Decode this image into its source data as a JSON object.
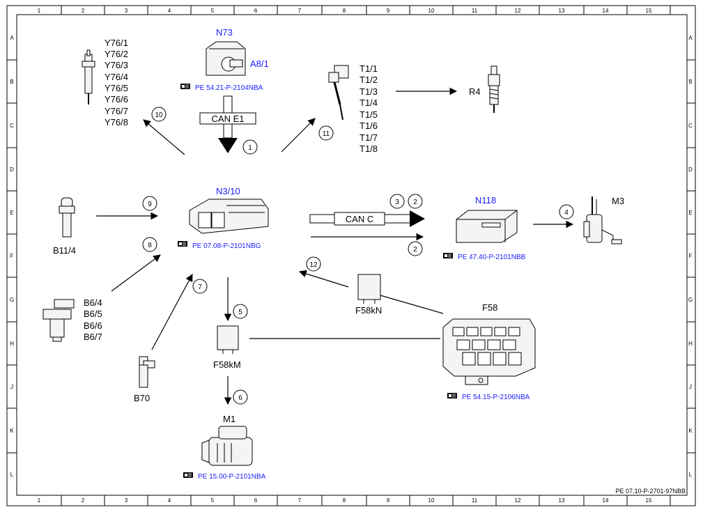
{
  "grid": {
    "columns": [
      "1",
      "2",
      "3",
      "4",
      "5",
      "6",
      "7",
      "8",
      "9",
      "10",
      "11",
      "12",
      "13",
      "14",
      "15"
    ],
    "rows": [
      "A",
      "B",
      "C",
      "D",
      "E",
      "F",
      "G",
      "H",
      "J",
      "K",
      "L"
    ]
  },
  "components": {
    "y76": {
      "lines": [
        "Y76/1",
        "Y76/2",
        "Y76/3",
        "Y76/4",
        "Y76/5",
        "Y76/6",
        "Y76/7",
        "Y76/8"
      ]
    },
    "n73": {
      "label": "N73",
      "sub": "A8/1",
      "ref": "PE 54.21-P-2104NBA"
    },
    "t1": {
      "lines": [
        "T1/1",
        "T1/2",
        "T1/3",
        "T1/4",
        "T1/5",
        "T1/6",
        "T1/7",
        "T1/8"
      ]
    },
    "r4": {
      "label": "R4"
    },
    "can_e1": {
      "label": "CAN E1"
    },
    "n3_10": {
      "label": "N3/10",
      "ref": "PE 07.08-P-2101NBG"
    },
    "b11_4": {
      "label": "B11/4"
    },
    "can_c": {
      "label": "CAN C"
    },
    "n118": {
      "label": "N118",
      "ref": "PE 47.40-P-2101NBB"
    },
    "m3": {
      "label": "M3"
    },
    "b6": {
      "lines": [
        "B6/4",
        "B6/5",
        "B6/6",
        "B6/7"
      ]
    },
    "b70": {
      "label": "B70"
    },
    "f58kn": {
      "label": "F58kN"
    },
    "f58": {
      "label": "F58",
      "ref": "PE 54.15-P-2106NBA"
    },
    "f58km": {
      "label": "F58kM"
    },
    "m1": {
      "label": "M1",
      "ref": "PE 15.00-P-2101NBA"
    }
  },
  "callouts": {
    "c1": "1",
    "c2a": "2",
    "c2b": "2",
    "c3": "3",
    "c4": "4",
    "c5": "5",
    "c6": "6",
    "c7": "7",
    "c8": "8",
    "c9": "9",
    "c10": "10",
    "c11": "11",
    "c12": "12"
  },
  "footer": {
    "doc_ref": "PE 07.10-P-2701-97NBB"
  },
  "colors": {
    "link_blue": "#1a1aff",
    "line": "#000000"
  }
}
